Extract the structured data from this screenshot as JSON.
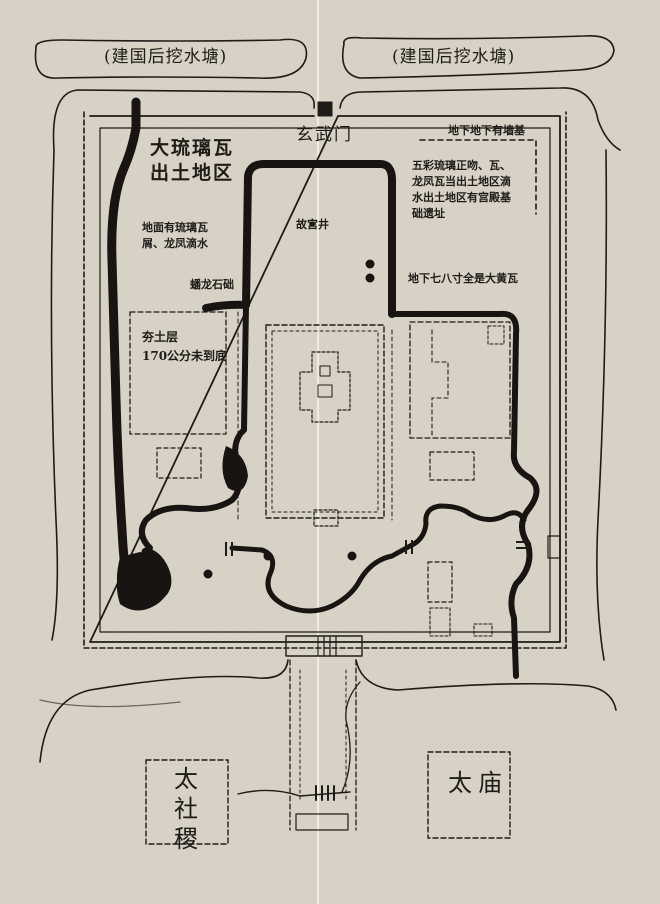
{
  "labels": {
    "pond_left": "(建国后挖水塘)",
    "pond_right": "(建国后挖水塘)",
    "xuanwu_gate": "玄武门",
    "big_glazed_tiles": "大琉璃瓦\n出土地区",
    "underground_wall_base": "地下地下有墙基",
    "five_color_note": "五彩琉璃正吻、瓦、\n龙凤瓦当出土地区滴\n水出土地区有宫殿基\n础遗址",
    "ground_glazed_note": "地面有琉璃瓦\n屑、龙凤滴水",
    "imperial_well": "故宫井",
    "dragon_stone": "蟠龙石础",
    "yellow_tiles_note": "地下七八寸全是大黄瓦",
    "rammed_earth": "夯土层\n170公分未到底",
    "taisheji": "太社稷",
    "taimiao": "太庙"
  },
  "colors": {
    "paper": "#d9d2c6",
    "ink": "#1f1c18"
  }
}
